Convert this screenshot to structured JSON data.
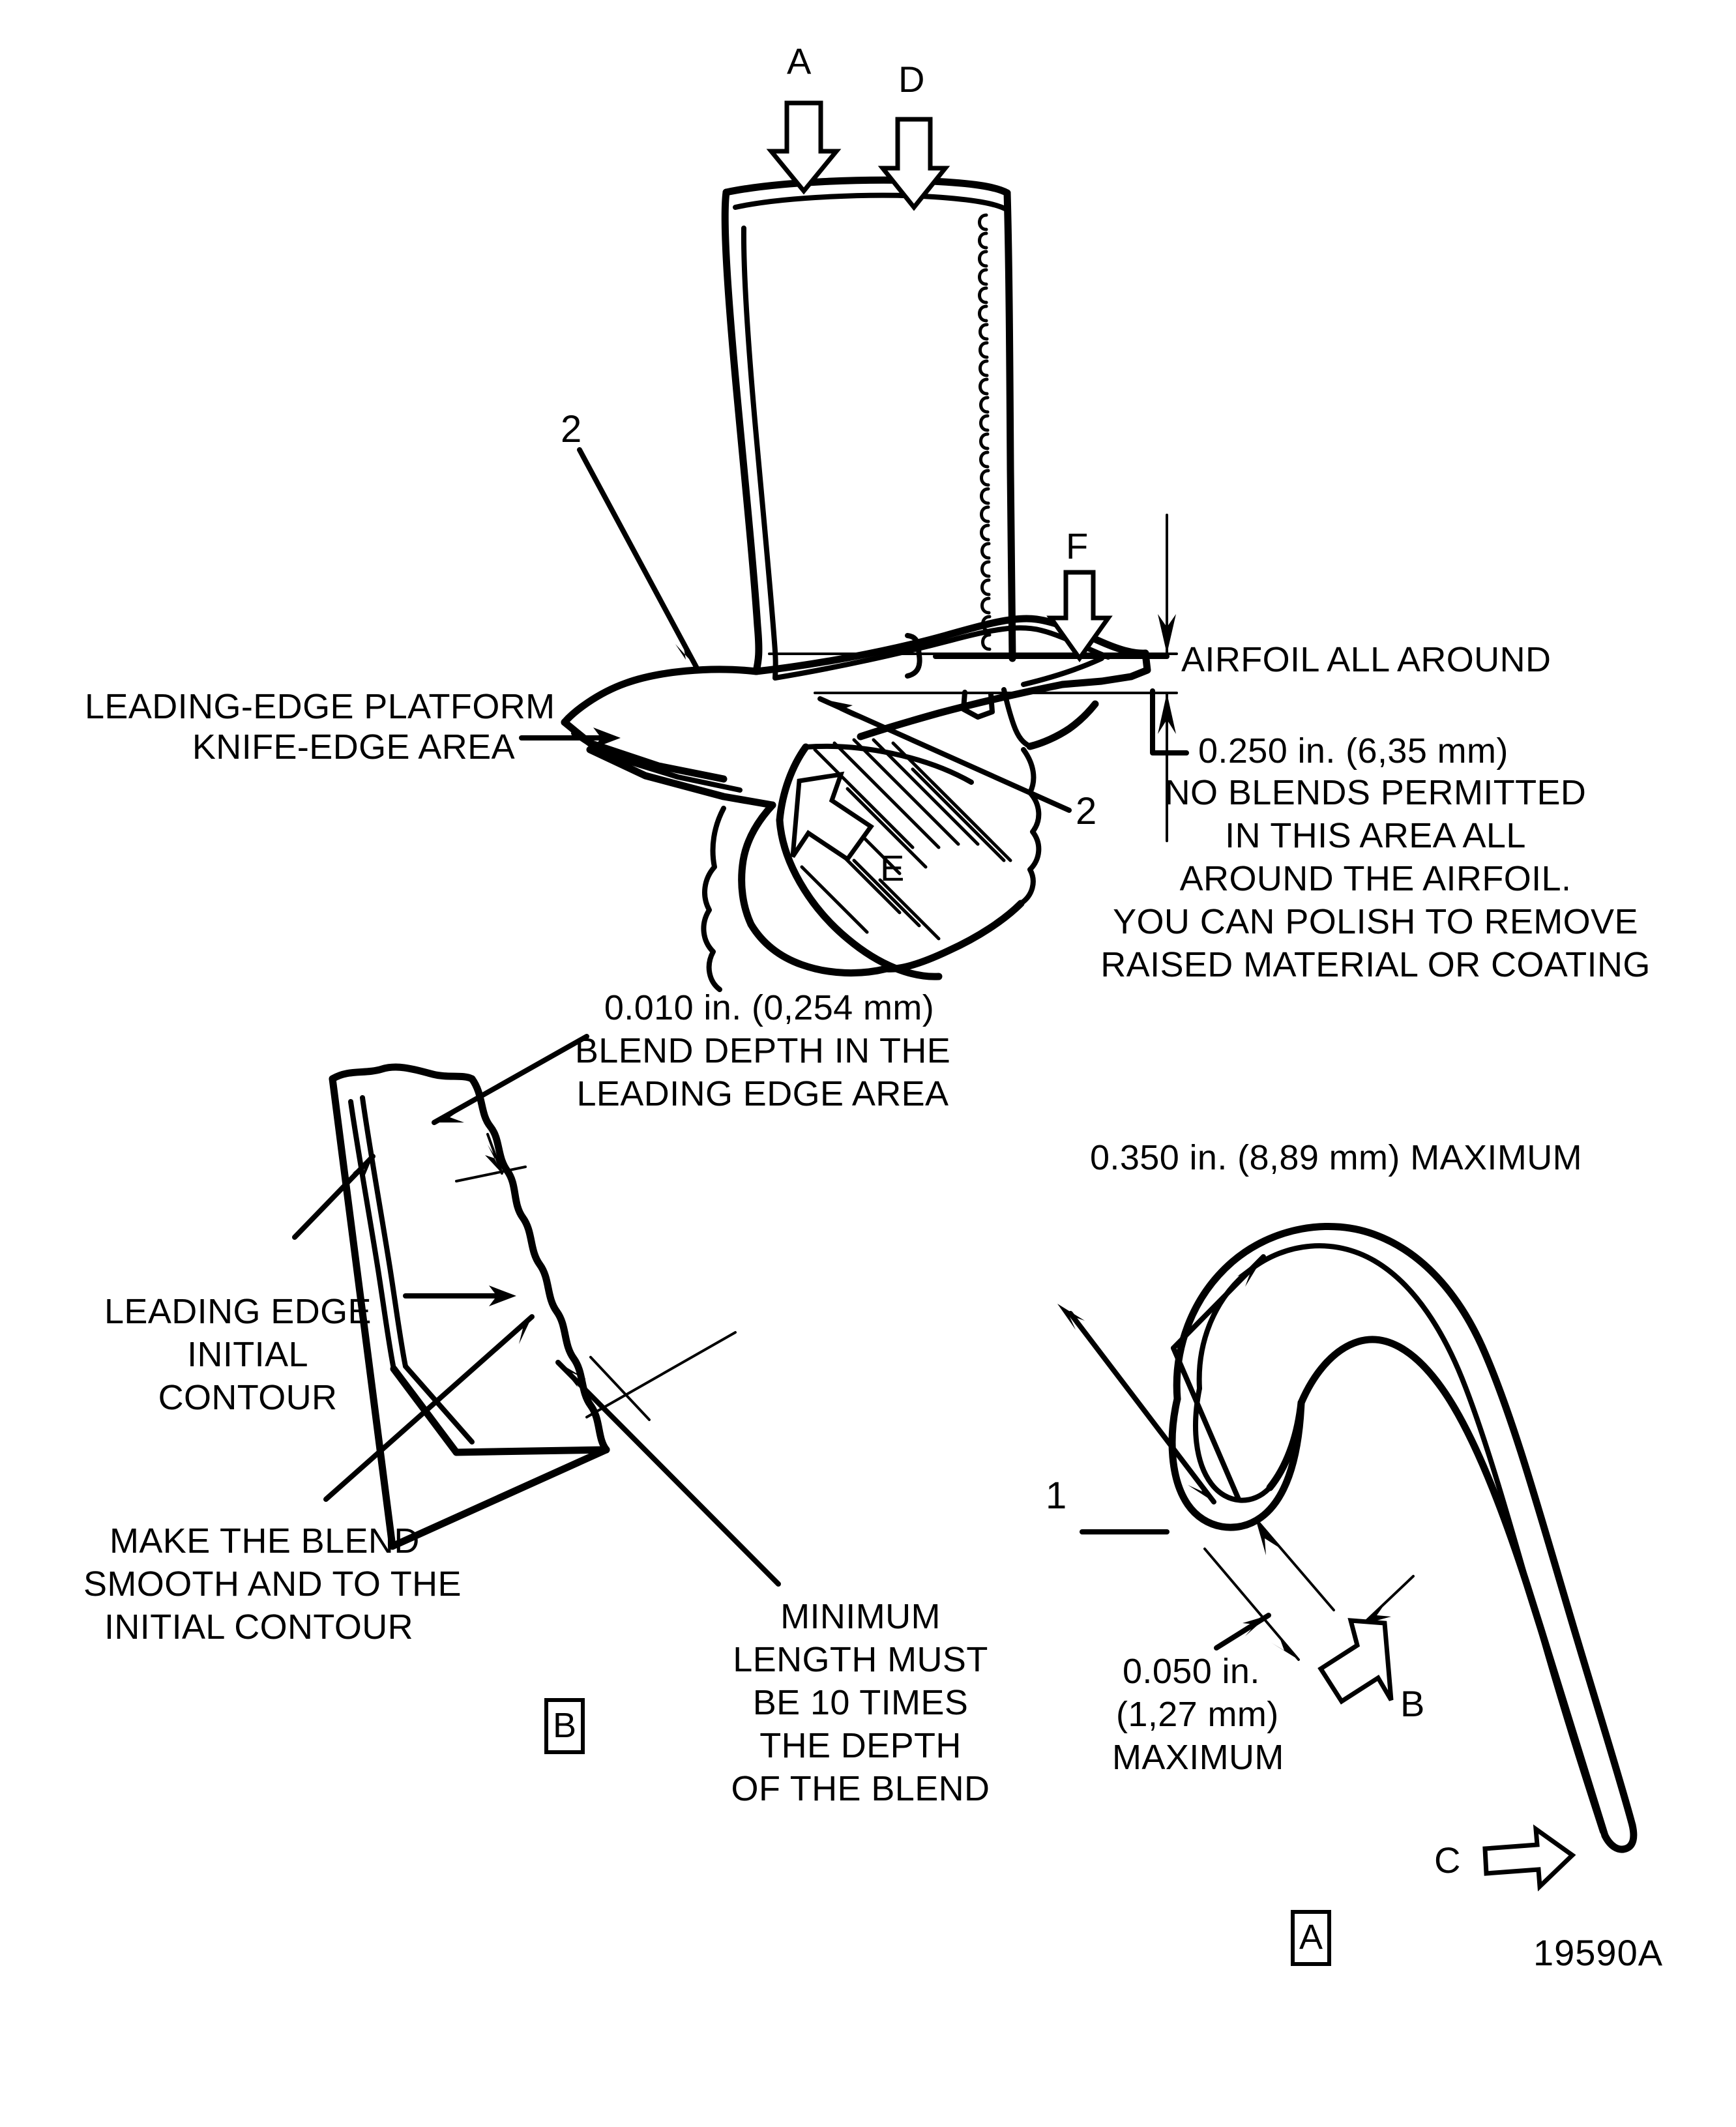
{
  "figure": {
    "part_number": "19590A",
    "type": "turbine-blade-blend-limits-diagram"
  },
  "main_view": {
    "view_arrows": [
      {
        "letter": "A",
        "name": "view-arrow-a"
      },
      {
        "letter": "D",
        "name": "view-arrow-d"
      },
      {
        "letter": "F",
        "name": "view-arrow-f"
      },
      {
        "letter": "E",
        "name": "view-arrow-e"
      }
    ],
    "item_callouts": [
      {
        "number": "2",
        "name": "item-callout-2-upper"
      },
      {
        "number": "2",
        "name": "item-callout-2-lower"
      }
    ],
    "airfoil_label": "AIRFOIL ALL AROUND",
    "platform_label_line1": "LEADING-EDGE PLATFORM",
    "platform_label_line2": "KNIFE-EDGE AREA",
    "dimension_note": {
      "line1": "0.250 in. (6,35 mm)",
      "line2": "NO BLENDS PERMITTED",
      "line3": "IN THIS AREA ALL",
      "line4": "AROUND THE AIRFOIL.",
      "line5": "YOU CAN POLISH TO REMOVE",
      "line6": "RAISED MATERIAL OR COATING"
    }
  },
  "detail_b": {
    "box_label": "B",
    "blend_depth_note": {
      "line1": "0.010 in. (0,254 mm)",
      "line2": "BLEND DEPTH IN THE",
      "line3": "LEADING EDGE AREA"
    },
    "leading_edge_note": {
      "line1": "LEADING EDGE",
      "line2": "INITIAL",
      "line3": "CONTOUR"
    },
    "blend_smooth_note": {
      "line1": "MAKE THE BLEND",
      "line2": "SMOOTH AND TO THE",
      "line3": "INITIAL CONTOUR"
    },
    "min_length_note": {
      "line1": "MINIMUM",
      "line2": "LENGTH MUST",
      "line3": "BE 10 TIMES",
      "line4": "THE DEPTH",
      "line5": "OF THE BLEND"
    }
  },
  "detail_a": {
    "box_label": "A",
    "max_chord_note": "0.350 in. (8,89 mm) MAXIMUM",
    "item_callout": "1",
    "le_thickness_note": {
      "line1": "0.050 in.",
      "line2": "(1,27 mm)",
      "line3": "MAXIMUM"
    },
    "view_arrows": [
      {
        "letter": "B",
        "name": "view-arrow-b-detail"
      },
      {
        "letter": "C",
        "name": "view-arrow-c-detail"
      }
    ]
  },
  "colors": {
    "ink": "#000000",
    "paper": "#ffffff"
  }
}
